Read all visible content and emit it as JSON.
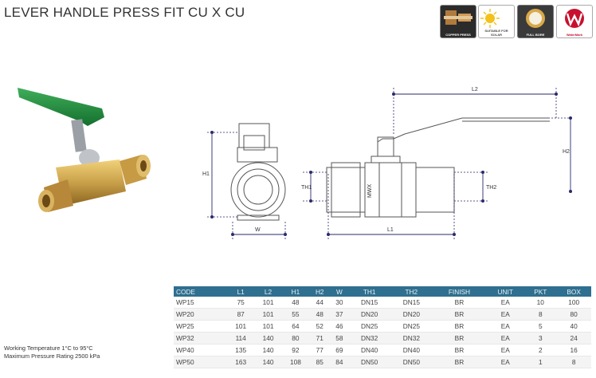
{
  "title": "LEVER HANDLE PRESS FIT CU X CU",
  "badges": [
    {
      "icon": "copper-press-icon",
      "caption": "COPPER PRESS"
    },
    {
      "icon": "solar-suitable-icon",
      "caption": "SUITABLE FOR SOLAR"
    },
    {
      "icon": "full-bore-icon",
      "caption": "FULL BORE"
    },
    {
      "icon": "watermark-icon",
      "caption": "WaterMark"
    }
  ],
  "dimensions": {
    "h1": "H1",
    "w": "W",
    "th1": "TH1",
    "th2": "TH2",
    "l1": "L1",
    "l2": "L2",
    "h2": "H2",
    "body_mark": "MWX"
  },
  "table": {
    "headers": [
      "CODE",
      "L1",
      "L2",
      "H1",
      "H2",
      "W",
      "TH1",
      "TH2",
      "FINISH",
      "UNIT",
      "PKT",
      "BOX"
    ],
    "rows": [
      [
        "WP15",
        "75",
        "101",
        "48",
        "44",
        "30",
        "DN15",
        "DN15",
        "BR",
        "EA",
        "10",
        "100"
      ],
      [
        "WP20",
        "87",
        "101",
        "55",
        "48",
        "37",
        "DN20",
        "DN20",
        "BR",
        "EA",
        "8",
        "80"
      ],
      [
        "WP25",
        "101",
        "101",
        "64",
        "52",
        "46",
        "DN25",
        "DN25",
        "BR",
        "EA",
        "5",
        "40"
      ],
      [
        "WP32",
        "114",
        "140",
        "80",
        "71",
        "58",
        "DN32",
        "DN32",
        "BR",
        "EA",
        "3",
        "24"
      ],
      [
        "WP40",
        "135",
        "140",
        "92",
        "77",
        "69",
        "DN40",
        "DN40",
        "BR",
        "EA",
        "2",
        "16"
      ],
      [
        "WP50",
        "163",
        "140",
        "108",
        "85",
        "84",
        "DN50",
        "DN50",
        "BR",
        "EA",
        "1",
        "8"
      ]
    ]
  },
  "notes": [
    "Working Temperature  1°C to 95°C",
    "Maximum Pressure Rating 2500 kPa"
  ],
  "colors": {
    "table_header": "#2f6f8f",
    "handle_green": "#1f8a3c",
    "brass": "#c9a04a",
    "dimension_line": "#2a2a6a",
    "watermark_red": "#c8102e"
  }
}
